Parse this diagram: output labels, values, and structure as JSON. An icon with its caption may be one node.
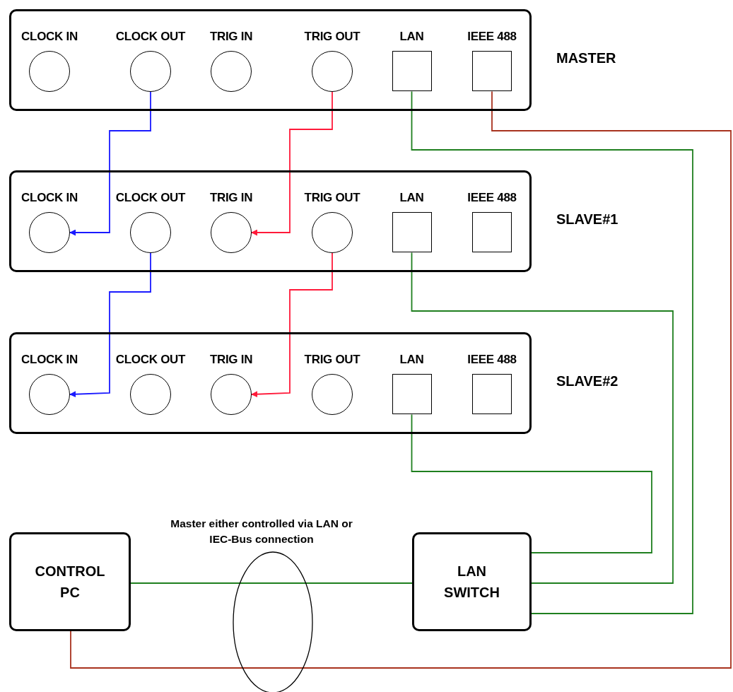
{
  "diagram": {
    "nodes": [
      {
        "text": [
          "MASTER"
        ]
      },
      {
        "text": [
          "CLOCK IN"
        ],
        "in": 0
      },
      {
        "text": [
          "CLOCK OUT"
        ],
        "in": 0
      },
      {
        "text": [
          "TRIG IN"
        ],
        "in": 0
      },
      {
        "text": [
          "TRIG OUT"
        ],
        "in": 0
      },
      {
        "text": [
          "LAN"
        ],
        "in": 0
      },
      {
        "text": [
          "IEEE 488"
        ],
        "in": 0
      },
      {
        "text": [
          "SLAVE#1"
        ]
      },
      {
        "text": [
          "CLOCK IN"
        ],
        "in": 7
      },
      {
        "text": [
          "CLOCK OUT"
        ],
        "in": 7
      },
      {
        "text": [
          "TRIG IN"
        ],
        "in": 7
      },
      {
        "text": [
          "TRIG OUT"
        ],
        "in": 7
      },
      {
        "text": [
          "LAN"
        ],
        "in": 7
      },
      {
        "text": [
          "IEEE 488"
        ],
        "in": 7
      },
      {
        "text": [
          "SLAVE#2"
        ]
      },
      {
        "text": [
          "CLOCK IN"
        ],
        "in": 14
      },
      {
        "text": [
          "CLOCK OUT"
        ],
        "in": 14
      },
      {
        "text": [
          "TRIG IN"
        ],
        "in": 14
      },
      {
        "text": [
          "TRIG OUT"
        ],
        "in": 14
      },
      {
        "text": [
          "LAN"
        ],
        "in": 14
      },
      {
        "text": [
          "IEEE 488"
        ],
        "in": 14
      },
      {
        "text": [
          "CONTROL PC"
        ]
      },
      {
        "text": [
          "LAN SWITCH"
        ]
      }
    ],
    "labels": [
      "Master either controlled via LAN or IEC-Bus connection"
    ],
    "edges": [
      {
        "from": 2,
        "to": 8,
        "arrow": "to",
        "color": "#1a1aff"
      },
      {
        "from": 4,
        "to": 10,
        "arrow": "to",
        "color": "#ff1a3a"
      },
      {
        "from": 9,
        "to": 15,
        "arrow": "to",
        "color": "#1a1aff"
      },
      {
        "from": 11,
        "to": 17,
        "arrow": "to",
        "color": "#ff1a3a"
      },
      {
        "from": 5,
        "to": 22,
        "arrow": "none"
      },
      {
        "from": 12,
        "to": 22,
        "arrow": "none"
      },
      {
        "from": 19,
        "to": 22,
        "arrow": "none"
      },
      {
        "from": 6,
        "to": 21,
        "arrow": "none",
        "color": "#a8321e"
      },
      {
        "from": 21,
        "to": 22,
        "arrow": "none"
      }
    ]
  }
}
